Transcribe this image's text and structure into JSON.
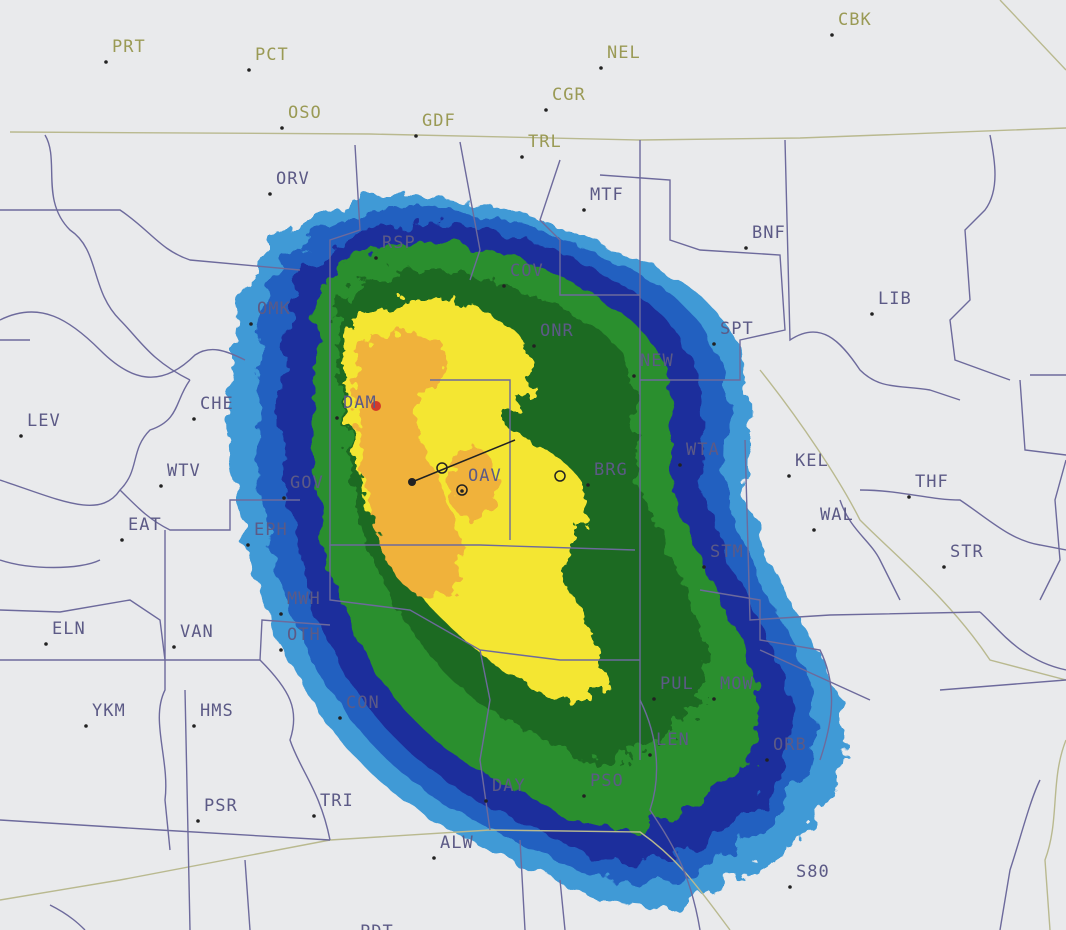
{
  "colors": {
    "background": "#e9eaec",
    "county_lines": "#6d6a9c",
    "state_lines": "#b9b98f",
    "station_dot": "#222222",
    "label_inner": "#5c5a86",
    "label_outer": "#9a9a55",
    "refl_light_blue": "#3f9ad6",
    "refl_blue": "#2460c0",
    "refl_dark_blue": "#1c2d9c",
    "refl_green": "#2b8f2e",
    "refl_dark_green": "#1e6a22",
    "refl_yellow": "#f4e633",
    "refl_orange": "#f0b23a",
    "refl_red": "#d23a2a"
  },
  "stations": [
    {
      "id": "prt",
      "code": "PRT",
      "style": "outer"
    },
    {
      "id": "pct",
      "code": "PCT",
      "style": "outer"
    },
    {
      "id": "oso",
      "code": "OSO",
      "style": "outer"
    },
    {
      "id": "gdf",
      "code": "GDF",
      "style": "outer"
    },
    {
      "id": "trl",
      "code": "TRL",
      "style": "outer"
    },
    {
      "id": "cgr",
      "code": "CGR",
      "style": "outer"
    },
    {
      "id": "nel",
      "code": "NEL",
      "style": "outer"
    },
    {
      "id": "cbk",
      "code": "CBK",
      "style": "outer"
    },
    {
      "id": "orv",
      "code": "ORV",
      "style": "inner"
    },
    {
      "id": "rsp",
      "code": "RSP",
      "style": "inner"
    },
    {
      "id": "mtf",
      "code": "MTF",
      "style": "inner"
    },
    {
      "id": "bnf",
      "code": "BNF",
      "style": "inner"
    },
    {
      "id": "cov",
      "code": "COV",
      "style": "inner"
    },
    {
      "id": "lib",
      "code": "LIB",
      "style": "inner"
    },
    {
      "id": "omk",
      "code": "OMK",
      "style": "inner"
    },
    {
      "id": "onr",
      "code": "ONR",
      "style": "inner"
    },
    {
      "id": "spt",
      "code": "SPT",
      "style": "inner"
    },
    {
      "id": "new",
      "code": "NEW",
      "style": "inner"
    },
    {
      "id": "che",
      "code": "CHE",
      "style": "inner"
    },
    {
      "id": "lev",
      "code": "LEV",
      "style": "inner"
    },
    {
      "id": "dam",
      "code": "DAM",
      "style": "inner"
    },
    {
      "id": "wta",
      "code": "WTA",
      "style": "inner"
    },
    {
      "id": "wtv",
      "code": "WTV",
      "style": "inner"
    },
    {
      "id": "kel",
      "code": "KEL",
      "style": "inner"
    },
    {
      "id": "gov",
      "code": "GOV",
      "style": "inner"
    },
    {
      "id": "oav",
      "code": "OAV",
      "style": "inner"
    },
    {
      "id": "brg",
      "code": "BRG",
      "style": "inner"
    },
    {
      "id": "thf",
      "code": "THF",
      "style": "inner"
    },
    {
      "id": "eat",
      "code": "EAT",
      "style": "inner"
    },
    {
      "id": "eph",
      "code": "EPH",
      "style": "inner"
    },
    {
      "id": "wal",
      "code": "WAL",
      "style": "inner"
    },
    {
      "id": "stm",
      "code": "STM",
      "style": "inner"
    },
    {
      "id": "str",
      "code": "STR",
      "style": "inner"
    },
    {
      "id": "mwh",
      "code": "MWH",
      "style": "inner"
    },
    {
      "id": "eln",
      "code": "ELN",
      "style": "inner"
    },
    {
      "id": "van",
      "code": "VAN",
      "style": "inner"
    },
    {
      "id": "oth",
      "code": "OTH",
      "style": "inner"
    },
    {
      "id": "ykm",
      "code": "YKM",
      "style": "inner"
    },
    {
      "id": "hms",
      "code": "HMS",
      "style": "inner"
    },
    {
      "id": "con",
      "code": "CON",
      "style": "inner"
    },
    {
      "id": "pul",
      "code": "PUL",
      "style": "inner"
    },
    {
      "id": "mow",
      "code": "MOW",
      "style": "inner"
    },
    {
      "id": "len",
      "code": "LEN",
      "style": "inner"
    },
    {
      "id": "orb",
      "code": "ORB",
      "style": "inner"
    },
    {
      "id": "day",
      "code": "DAY",
      "style": "inner"
    },
    {
      "id": "pso",
      "code": "PSO",
      "style": "inner"
    },
    {
      "id": "psr",
      "code": "PSR",
      "style": "inner"
    },
    {
      "id": "tri",
      "code": "TRI",
      "style": "inner"
    },
    {
      "id": "alw",
      "code": "ALW",
      "style": "inner"
    },
    {
      "id": "s80",
      "code": "S80",
      "style": "inner"
    },
    {
      "id": "pdt",
      "code": "PDT",
      "style": "inner"
    }
  ]
}
